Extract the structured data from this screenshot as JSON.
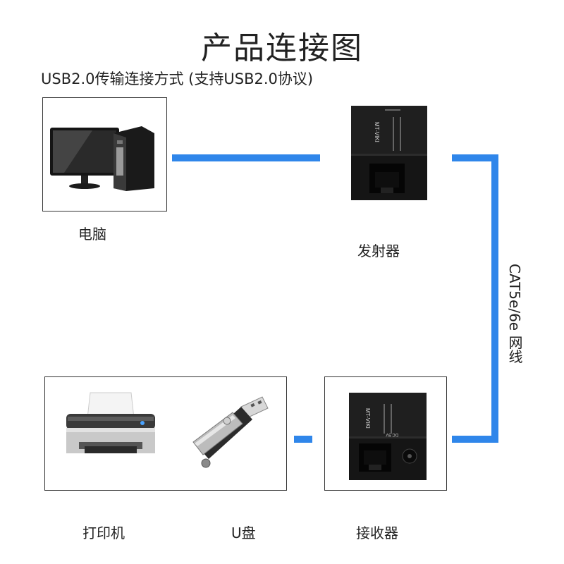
{
  "title": "产品连接图",
  "subtitle": "USB2.0传输连接方式 (支持USB2.0协议)",
  "devices": {
    "computer": {
      "label": "电脑"
    },
    "transmitter": {
      "label": "发射器",
      "brand": "MT-VIKI"
    },
    "receiver": {
      "label": "接收器",
      "brand": "MT-VIKI",
      "power_mark": "DC 5V"
    },
    "printer": {
      "label": "打印机"
    },
    "udisk": {
      "label": "U盘"
    }
  },
  "cable_label": "CAT5e/6e 网线",
  "colors": {
    "cable": "#2f86ea",
    "device_body": "#1b1b1b",
    "border": "#333333"
  }
}
